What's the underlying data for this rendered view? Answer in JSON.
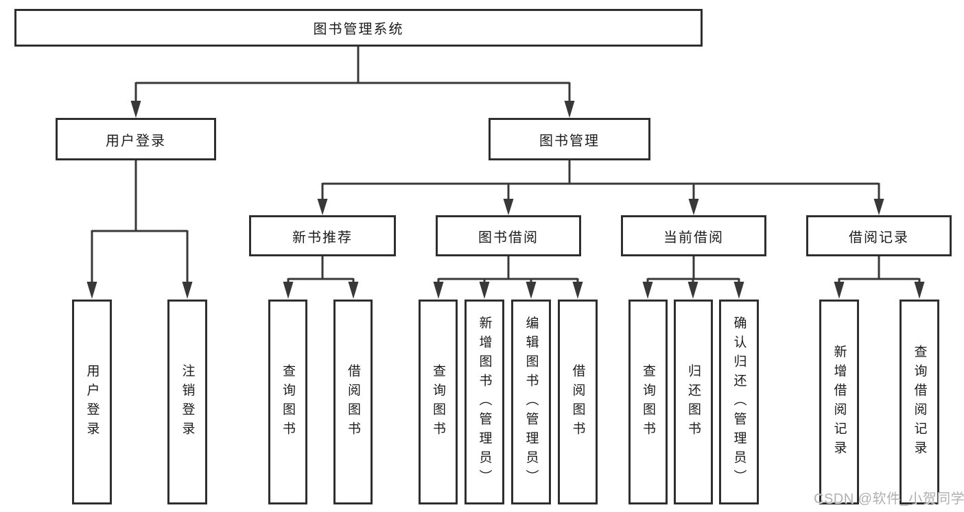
{
  "tree": {
    "root": "图书管理系统",
    "level2": [
      "用户登录",
      "图书管理"
    ],
    "level3": [
      "新书推荐",
      "图书借阅",
      "当前借阅",
      "借阅记录"
    ],
    "leaves": {
      "login": [
        "用户登录",
        "注销登录"
      ],
      "recommend": [
        "查询图书",
        "借阅图书"
      ],
      "borrow": [
        "查询图书",
        "新增图书（管理员）",
        "编辑图书（管理员）",
        "借阅图书"
      ],
      "current": [
        "查询图书",
        "归还图书",
        "确认归还（管理员）"
      ],
      "records": [
        "新增借阅记录",
        "查询借阅记录"
      ]
    }
  },
  "watermark": "CSDN @软件_小贺同学",
  "colors": {
    "line": "#383838",
    "box_border": "#2e2e2e",
    "text": "#1c1c1c",
    "watermark": "#b0b0b0",
    "background": "#ffffff"
  }
}
